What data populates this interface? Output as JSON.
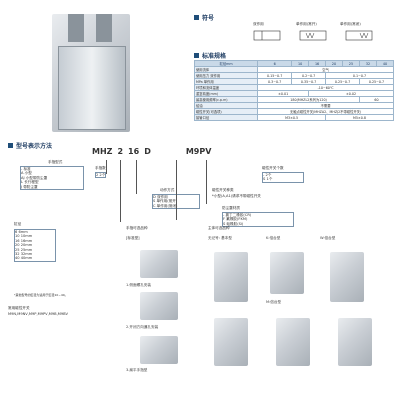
{
  "symbol_section": {
    "title": "符号",
    "labels": [
      "双作用",
      "单作用(常开)",
      "单作用(常闭)"
    ]
  },
  "spec_section": {
    "title": "标准规格",
    "header": [
      "缸径mm",
      "6",
      "10",
      "16",
      "20",
      "25",
      "32",
      "40"
    ],
    "rows": [
      [
        "使用流体",
        "空气"
      ],
      [
        "使用压力 双作用",
        "0.15~0.7",
        "0.2~0.7",
        "0.1~0.7"
      ],
      [
        "MPa 单作用",
        "0.3~0.7",
        "0.35~0.7",
        "0.25~0.7",
        "0.25~0.7"
      ],
      [
        "环境和流体温度",
        "-10~60℃"
      ],
      [
        "重复精度(mm)",
        "±0.01",
        "±0.02"
      ],
      [
        "最高使用频率(c.p.m)",
        "180(MHZL2系列为120)",
        "60"
      ],
      [
        "给油",
        "不需要"
      ],
      [
        "磁性开关(可选项)",
        "无触点磁性开关(MHZA2、MHZJ2不带磁性开关)"
      ],
      [
        "接管口径",
        "M3×0.5",
        "M5×0.8"
      ]
    ]
  },
  "model_section": {
    "title": "型号表示方法",
    "code": [
      "MHZ",
      "2",
      "16",
      "D",
      "M9PV"
    ],
    "finger_type_title": "手指型式",
    "finger_types": [
      {
        "code": "-",
        "desc": "标准"
      },
      {
        "code": "A",
        "desc": "小型"
      },
      {
        "code": "AJ",
        "desc": "小型带防尘罩"
      },
      {
        "code": "L",
        "desc": "长行程型"
      },
      {
        "code": "J",
        "desc": "带防尘罩"
      }
    ],
    "finger_count_title": "手指数",
    "finger_count": "2 2个",
    "action_title": "动作方式",
    "actions": [
      {
        "code": "D",
        "desc": "双作用"
      },
      {
        "code": "S",
        "desc": "单作用(常开)"
      },
      {
        "code": "C",
        "desc": "单作用(常闭)"
      }
    ],
    "switch_count_title": "磁性开关个数",
    "switch_count": [
      {
        "code": "-",
        "desc": "2个"
      },
      {
        "code": "S",
        "desc": "1个"
      }
    ],
    "switch_type_title": "磁性开关种类",
    "switch_note": "*小型(A,A1)请求不带磁性开关",
    "bore_title": "缸径",
    "bores": [
      {
        "code": "6",
        "desc": "6mm"
      },
      {
        "code": "10",
        "desc": "10mm"
      },
      {
        "code": "16",
        "desc": "16mm"
      },
      {
        "code": "20",
        "desc": "20mm"
      },
      {
        "code": "25",
        "desc": "25mm"
      },
      {
        "code": "32",
        "desc": "32mm"
      },
      {
        "code": "40",
        "desc": "40mm"
      }
    ],
    "bore_note": "*其他型号的缸径为适用于缸径10~40。",
    "option_title": "防尘罩材质",
    "options": [
      {
        "code": "-",
        "desc": "氯丁二橡胶(CR)"
      },
      {
        "code": "F",
        "desc": "氟橡胶(FKM)"
      },
      {
        "code": "S",
        "desc": "硅橡胶(Si)"
      }
    ],
    "switch_models_title": "常用磁性开关",
    "switch_models": "M9N,M9NV,M9P,M9PV,M9B,M9BV",
    "pull_title": "手指可选品种",
    "pull_items": [
      "1.侧面螺孔安装",
      "2.开闭方向通孔安装",
      "3.扁平手指型"
    ],
    "body_title": "主体可选品种",
    "body_items": [
      "无记号: 基本型",
      "K:倍台型",
      "M:倍台型",
      "W:倍台型"
    ],
    "std_label": "[标准型]"
  }
}
